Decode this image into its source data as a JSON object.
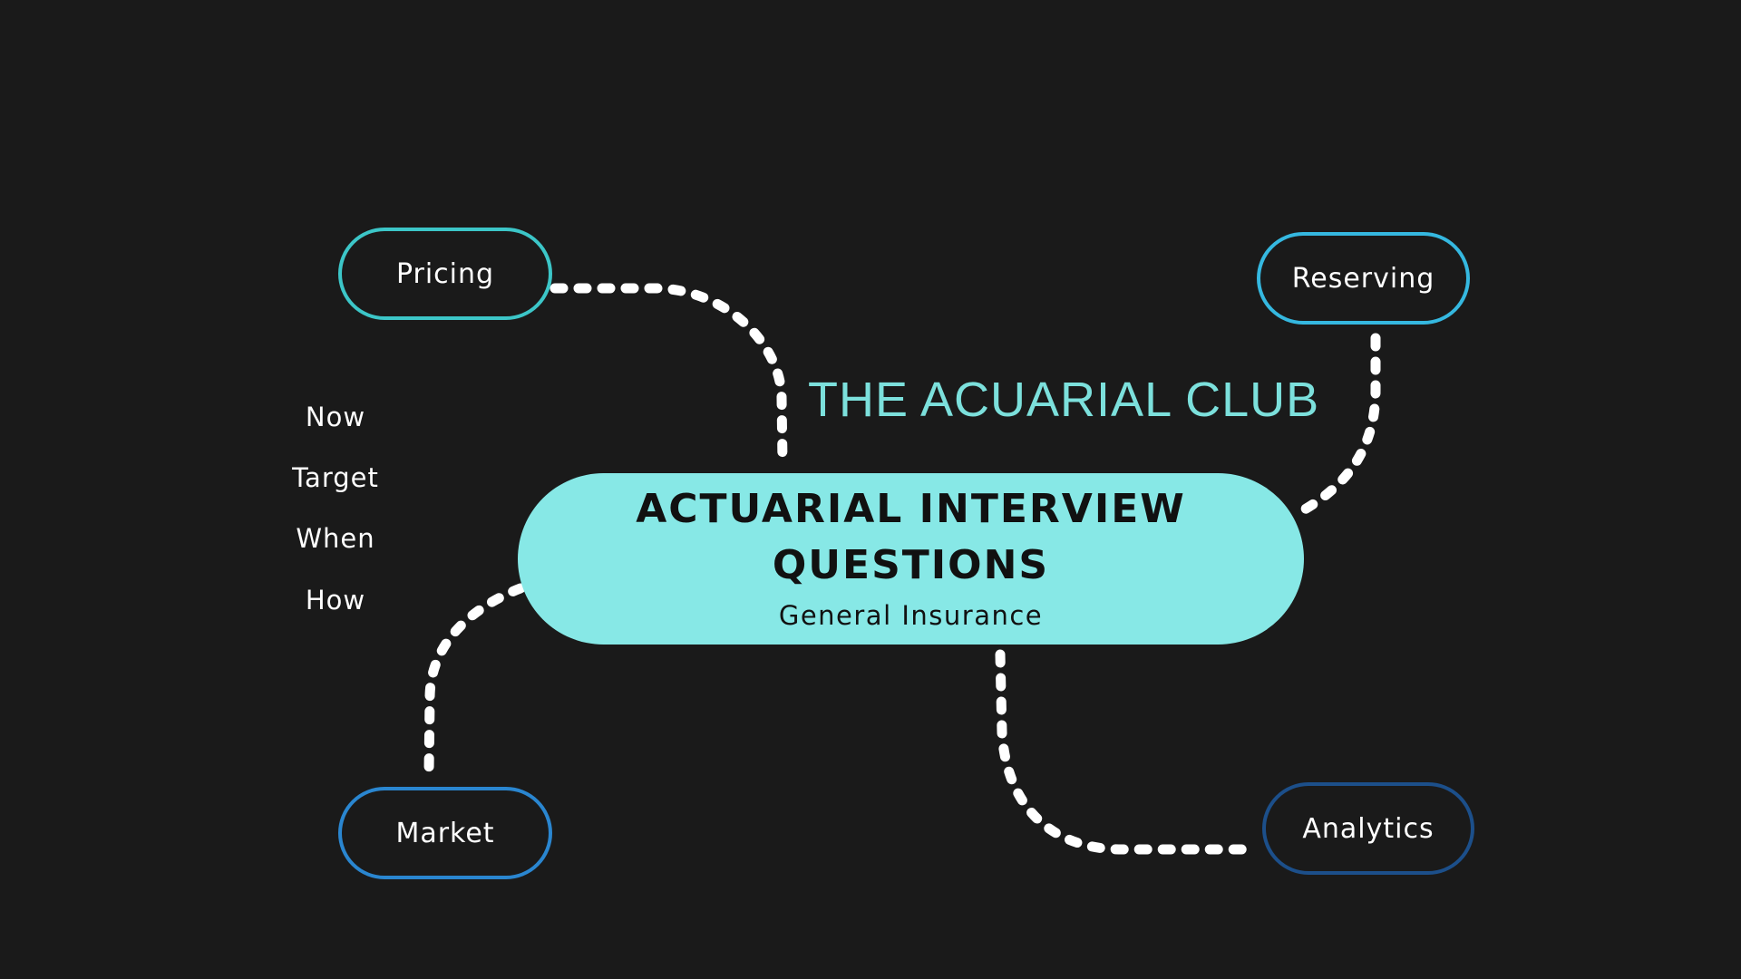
{
  "center": {
    "title_line1": "ACTUARIAL INTERVIEW",
    "title_line2": "QUESTIONS",
    "subtitle": "General Insurance"
  },
  "brand": "THE ACUARIAL CLUB",
  "nodes": {
    "pricing": "Pricing",
    "reserving": "Reserving",
    "market": "Market",
    "analytics": "Analytics"
  },
  "side_list": [
    "Now",
    "Target",
    "When",
    "How"
  ],
  "colors": {
    "background": "#1a1a1a",
    "center_fill": "#87e8e6",
    "brand_text": "#7ce0dc",
    "pricing_border": "#3cc6c8",
    "reserving_border": "#35b8e0",
    "market_border": "#2a86d0",
    "analytics_border": "#1c4f8a",
    "connector": "#ffffff"
  }
}
